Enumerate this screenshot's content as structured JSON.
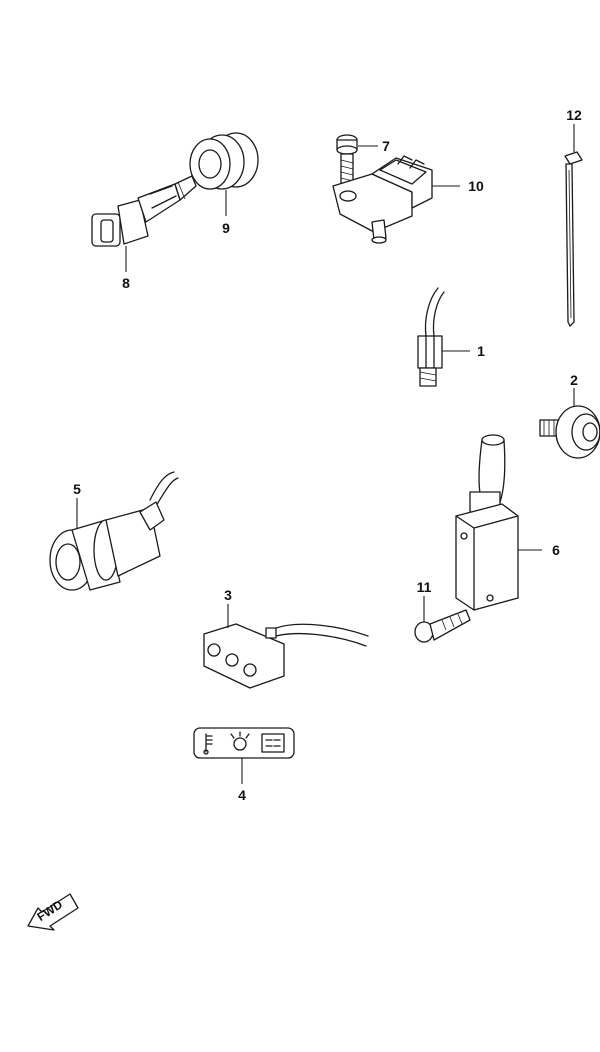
{
  "callouts": {
    "p1": "1",
    "p2": "2",
    "p3": "3",
    "p4": "4",
    "p5": "5",
    "p6": "6",
    "p7": "7",
    "p8": "8",
    "p9": "9",
    "p10": "10",
    "p11": "11",
    "p12": "12"
  },
  "fwd_label": "FWD"
}
